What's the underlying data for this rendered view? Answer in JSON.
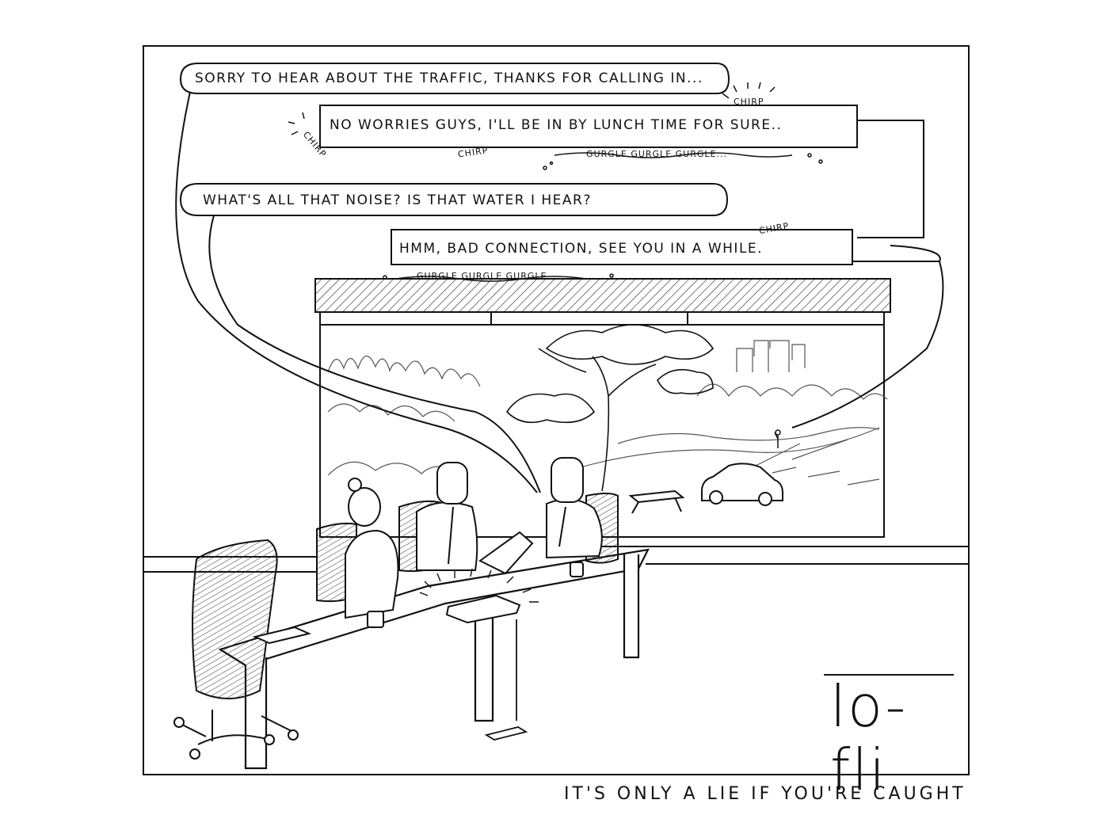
{
  "speech": {
    "bubble1": "SORRY TO HEAR ABOUT THE TRAFFIC, THANKS FOR CALLING IN...",
    "bubble2": "NO WORRIES GUYS, I'LL BE IN BY LUNCH TIME FOR SURE..",
    "bubble3": "WHAT'S ALL THAT NOISE? IS THAT WATER I HEAR?",
    "bubble4": "HMM, BAD CONNECTION, SEE YOU IN A WHILE."
  },
  "sound_effects": {
    "chirp": "CHIRP",
    "gurgle_long": "GURGLE GURGLE GURGLE...",
    "gurgle_short": "GURGLE GURGLE GURGLE"
  },
  "logo": "lo-fli",
  "caption": "IT'S ONLY A LIE IF YOU'RE CAUGHT"
}
